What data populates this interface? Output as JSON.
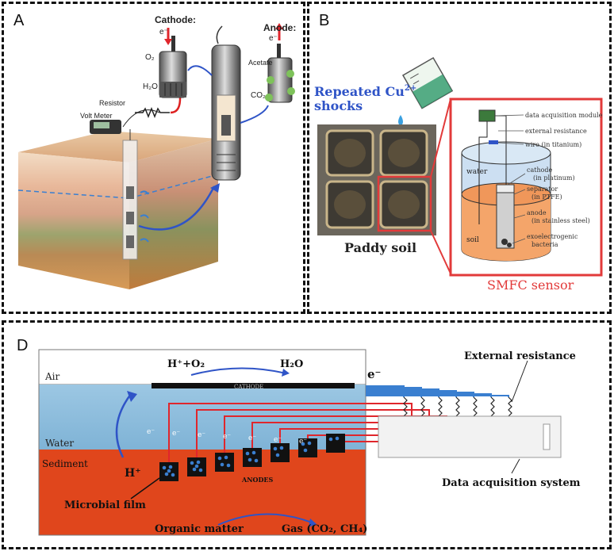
{
  "panelA": {
    "label": "A",
    "cathode_title": "Cathode:",
    "anode_title": "Anode:",
    "electron": "e⁻",
    "o2": "O₂",
    "h2o": "H₂O",
    "acetate": "Acetate",
    "co2": "CO₂",
    "resistor": "Resistor",
    "voltmeter": "Volt Meter"
  },
  "panelB": {
    "label": "B",
    "shocks_line1": "Repeated Cu",
    "shocks_sup": "2+",
    "shocks_line2": "shocks",
    "paddy": "Paddy soil",
    "sensor": "SMFC sensor",
    "water": "water",
    "soil": "soil",
    "daq": "data acquisition module",
    "ext_res": "external resistance",
    "wire": "wire (in titanium)",
    "cathode": "cathode",
    "cathode_sub": "(in platinum)",
    "separator": "separator",
    "separator_sub": "(in PTFE)",
    "anode": "anode",
    "anode_sub": "(in stainless steel)",
    "exo": "exoelectrogenic",
    "exo_sub": "bacteria"
  },
  "panelD": {
    "label": "D",
    "air": "Air",
    "water": "Water",
    "sediment": "Sediment",
    "cathode": "CATHODE",
    "anodes": "ANODES",
    "reaction_left": "H⁺+O₂",
    "reaction_right": "H₂O",
    "h_plus": "H⁺",
    "electron": "e⁻",
    "electron_small": "e⁻",
    "ext_res": "External resistance",
    "daq": "Data acquisition system",
    "microbial": "Microbial film",
    "organic": "Organic matter",
    "gas": "Gas (CO₂, CH₄)"
  },
  "colors": {
    "sky": "#a9cde4",
    "water": "#7fb3d6",
    "sediment": "#e0461c",
    "red_wire": "#e0262c",
    "blue_wire": "#3a7fd0",
    "accent_blue": "#2f54c7",
    "accent_red": "#e23a3a"
  }
}
